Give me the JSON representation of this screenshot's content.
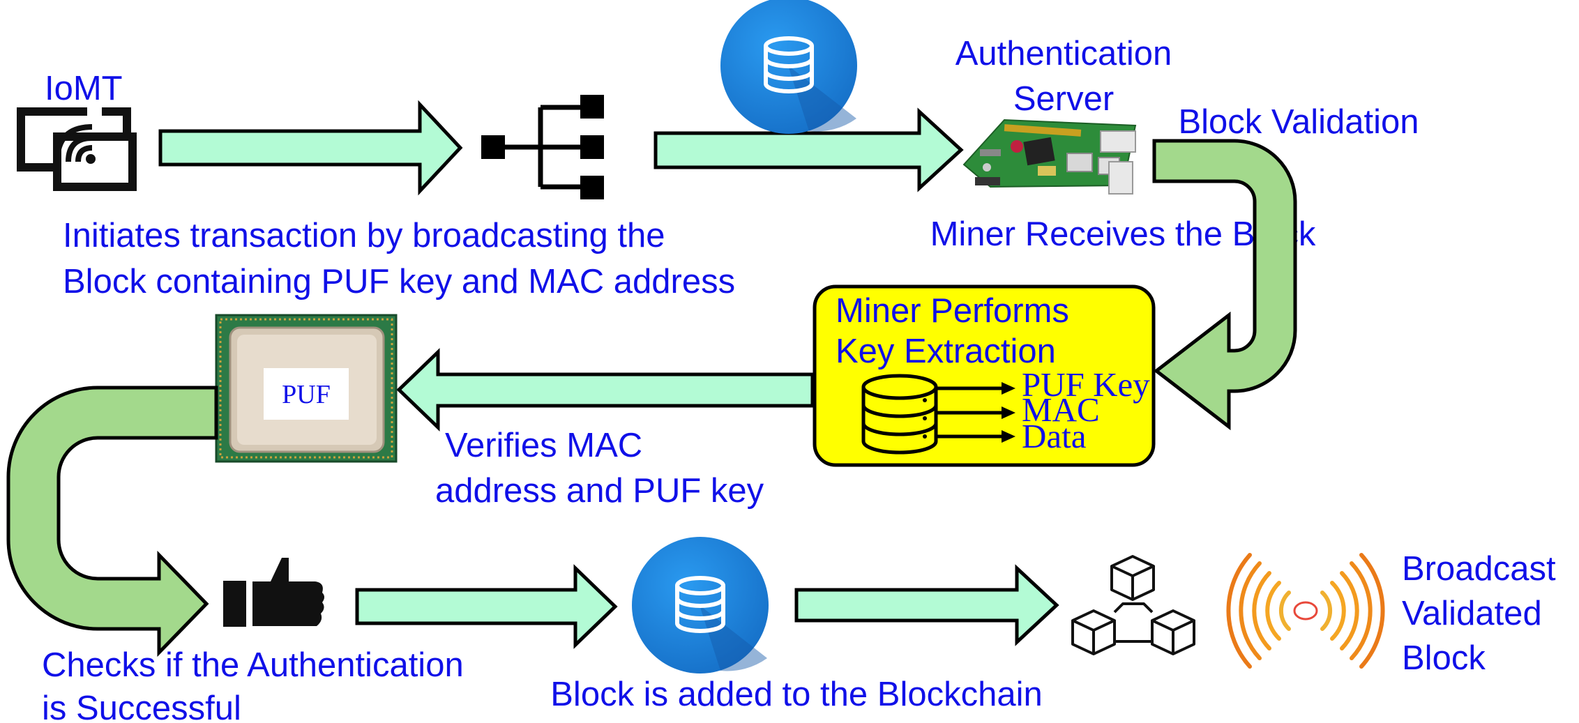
{
  "labels": {
    "iomt": "IoMT",
    "initiates_line1": "Initiates transaction by broadcasting the",
    "initiates_line2": "Block containing PUF key and MAC address",
    "auth_server_line1": "Authentication",
    "auth_server_line2": "Server",
    "block_validation": "Block Validation",
    "miner_receives": "Miner Receives the Block",
    "miner_performs_line1": "Miner Performs",
    "miner_performs_line2": "Key Extraction",
    "puf_key": "PUF Key",
    "mac": "MAC",
    "data": "Data",
    "puf_chip": "PUF",
    "verifies_line1": "Verifies MAC",
    "verifies_line2": "address and PUF key",
    "checks_line1": "Checks if the Authentication",
    "checks_line2": "is Successful",
    "block_added": "Block is added to the Blockchain",
    "broadcast_line1": "Broadcast",
    "broadcast_line2": "Validated",
    "broadcast_line3": "Block"
  },
  "colors": {
    "label_blue": "#1010e8",
    "flow_arrow_fill": "#b3fbd5",
    "curved_arrow_fill": "#a3d98c",
    "highlight_box": "#ffff00",
    "database_circle": "#1e88e5",
    "broadcast_orange": "#f5a623"
  },
  "icons": {
    "iomt": "iomt-device-icon",
    "network": "network-tree-icon",
    "database_top": "database-icon",
    "server": "raspberry-pi-board-icon",
    "extraction_db": "database-stack-icon",
    "chip": "puf-chip-icon",
    "thumbs_up": "thumbs-up-icon",
    "database_bottom": "database-icon",
    "blockchain": "blockchain-cubes-icon",
    "broadcast": "broadcast-signal-icon"
  }
}
